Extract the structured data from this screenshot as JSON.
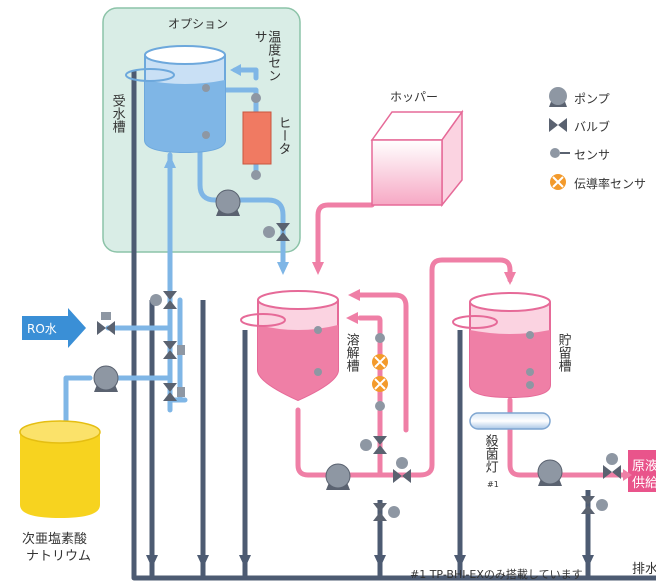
{
  "option_label": "オプション",
  "receiving_tank": "受水槽",
  "temp_sensor": "温度センサ",
  "heater": "ヒータ",
  "hopper": "ホッパー",
  "dissolving_tank": "溶解槽",
  "storage_tank": "貯留槽",
  "sterilizing_lamp": "殺菌灯",
  "sterilizing_lamp_note": "#1",
  "ro_water": "RO水",
  "hypochlorite_line1": "次亜塩素酸",
  "hypochlorite_line2": "ナトリウム",
  "supply_line1": "原液",
  "supply_line2": "供給",
  "drain": "排水",
  "legend": {
    "pump": "ポンプ",
    "valve": "バルブ",
    "sensor": "センサ",
    "conductivity_sensor": "伝導率センサ"
  },
  "footnote": "#1  TP-BHI-EXのみ搭載しています",
  "colors": {
    "blue_line": "#7fb6e6",
    "pink_line": "#ef7fa6",
    "drain_line": "#4d5b72",
    "option_bg": "#d9ede6",
    "option_border": "#8cc3a8",
    "heater": "#f07a62",
    "yellow_tank": "#f7d31f",
    "ro_arrow": "#3a8fd6",
    "supply_box": "#e9548b",
    "conductivity": "#f39a2b"
  }
}
